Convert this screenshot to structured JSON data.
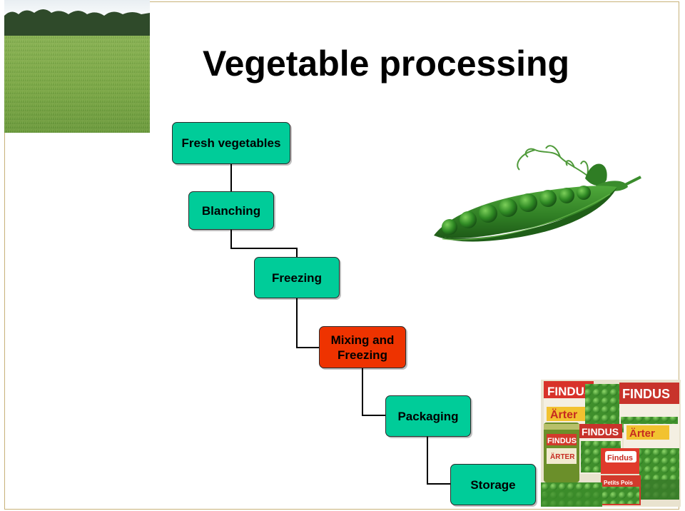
{
  "title": "Vegetable processing",
  "colors": {
    "step_green": "#00cc99",
    "step_highlight": "#ee3300",
    "connector": "#000000"
  },
  "steps": [
    {
      "label": "Fresh vegetables",
      "highlight": false
    },
    {
      "label": "Blanching",
      "highlight": false
    },
    {
      "label": "Freezing",
      "highlight": false
    },
    {
      "label": "Mixing and Freezing",
      "highlight": true
    },
    {
      "label": "Packaging",
      "highlight": false
    },
    {
      "label": "Storage",
      "highlight": false
    }
  ],
  "images": {
    "field": "green-field-photo",
    "pod": "pea-pod-photo",
    "packages": "findus-pea-packages-photo"
  },
  "packages_text": {
    "brand": "FINDUS",
    "product": "Ärter",
    "product_upper": "ÄRTER",
    "brand_alt": "Findus",
    "variant": "Petits Pois"
  }
}
